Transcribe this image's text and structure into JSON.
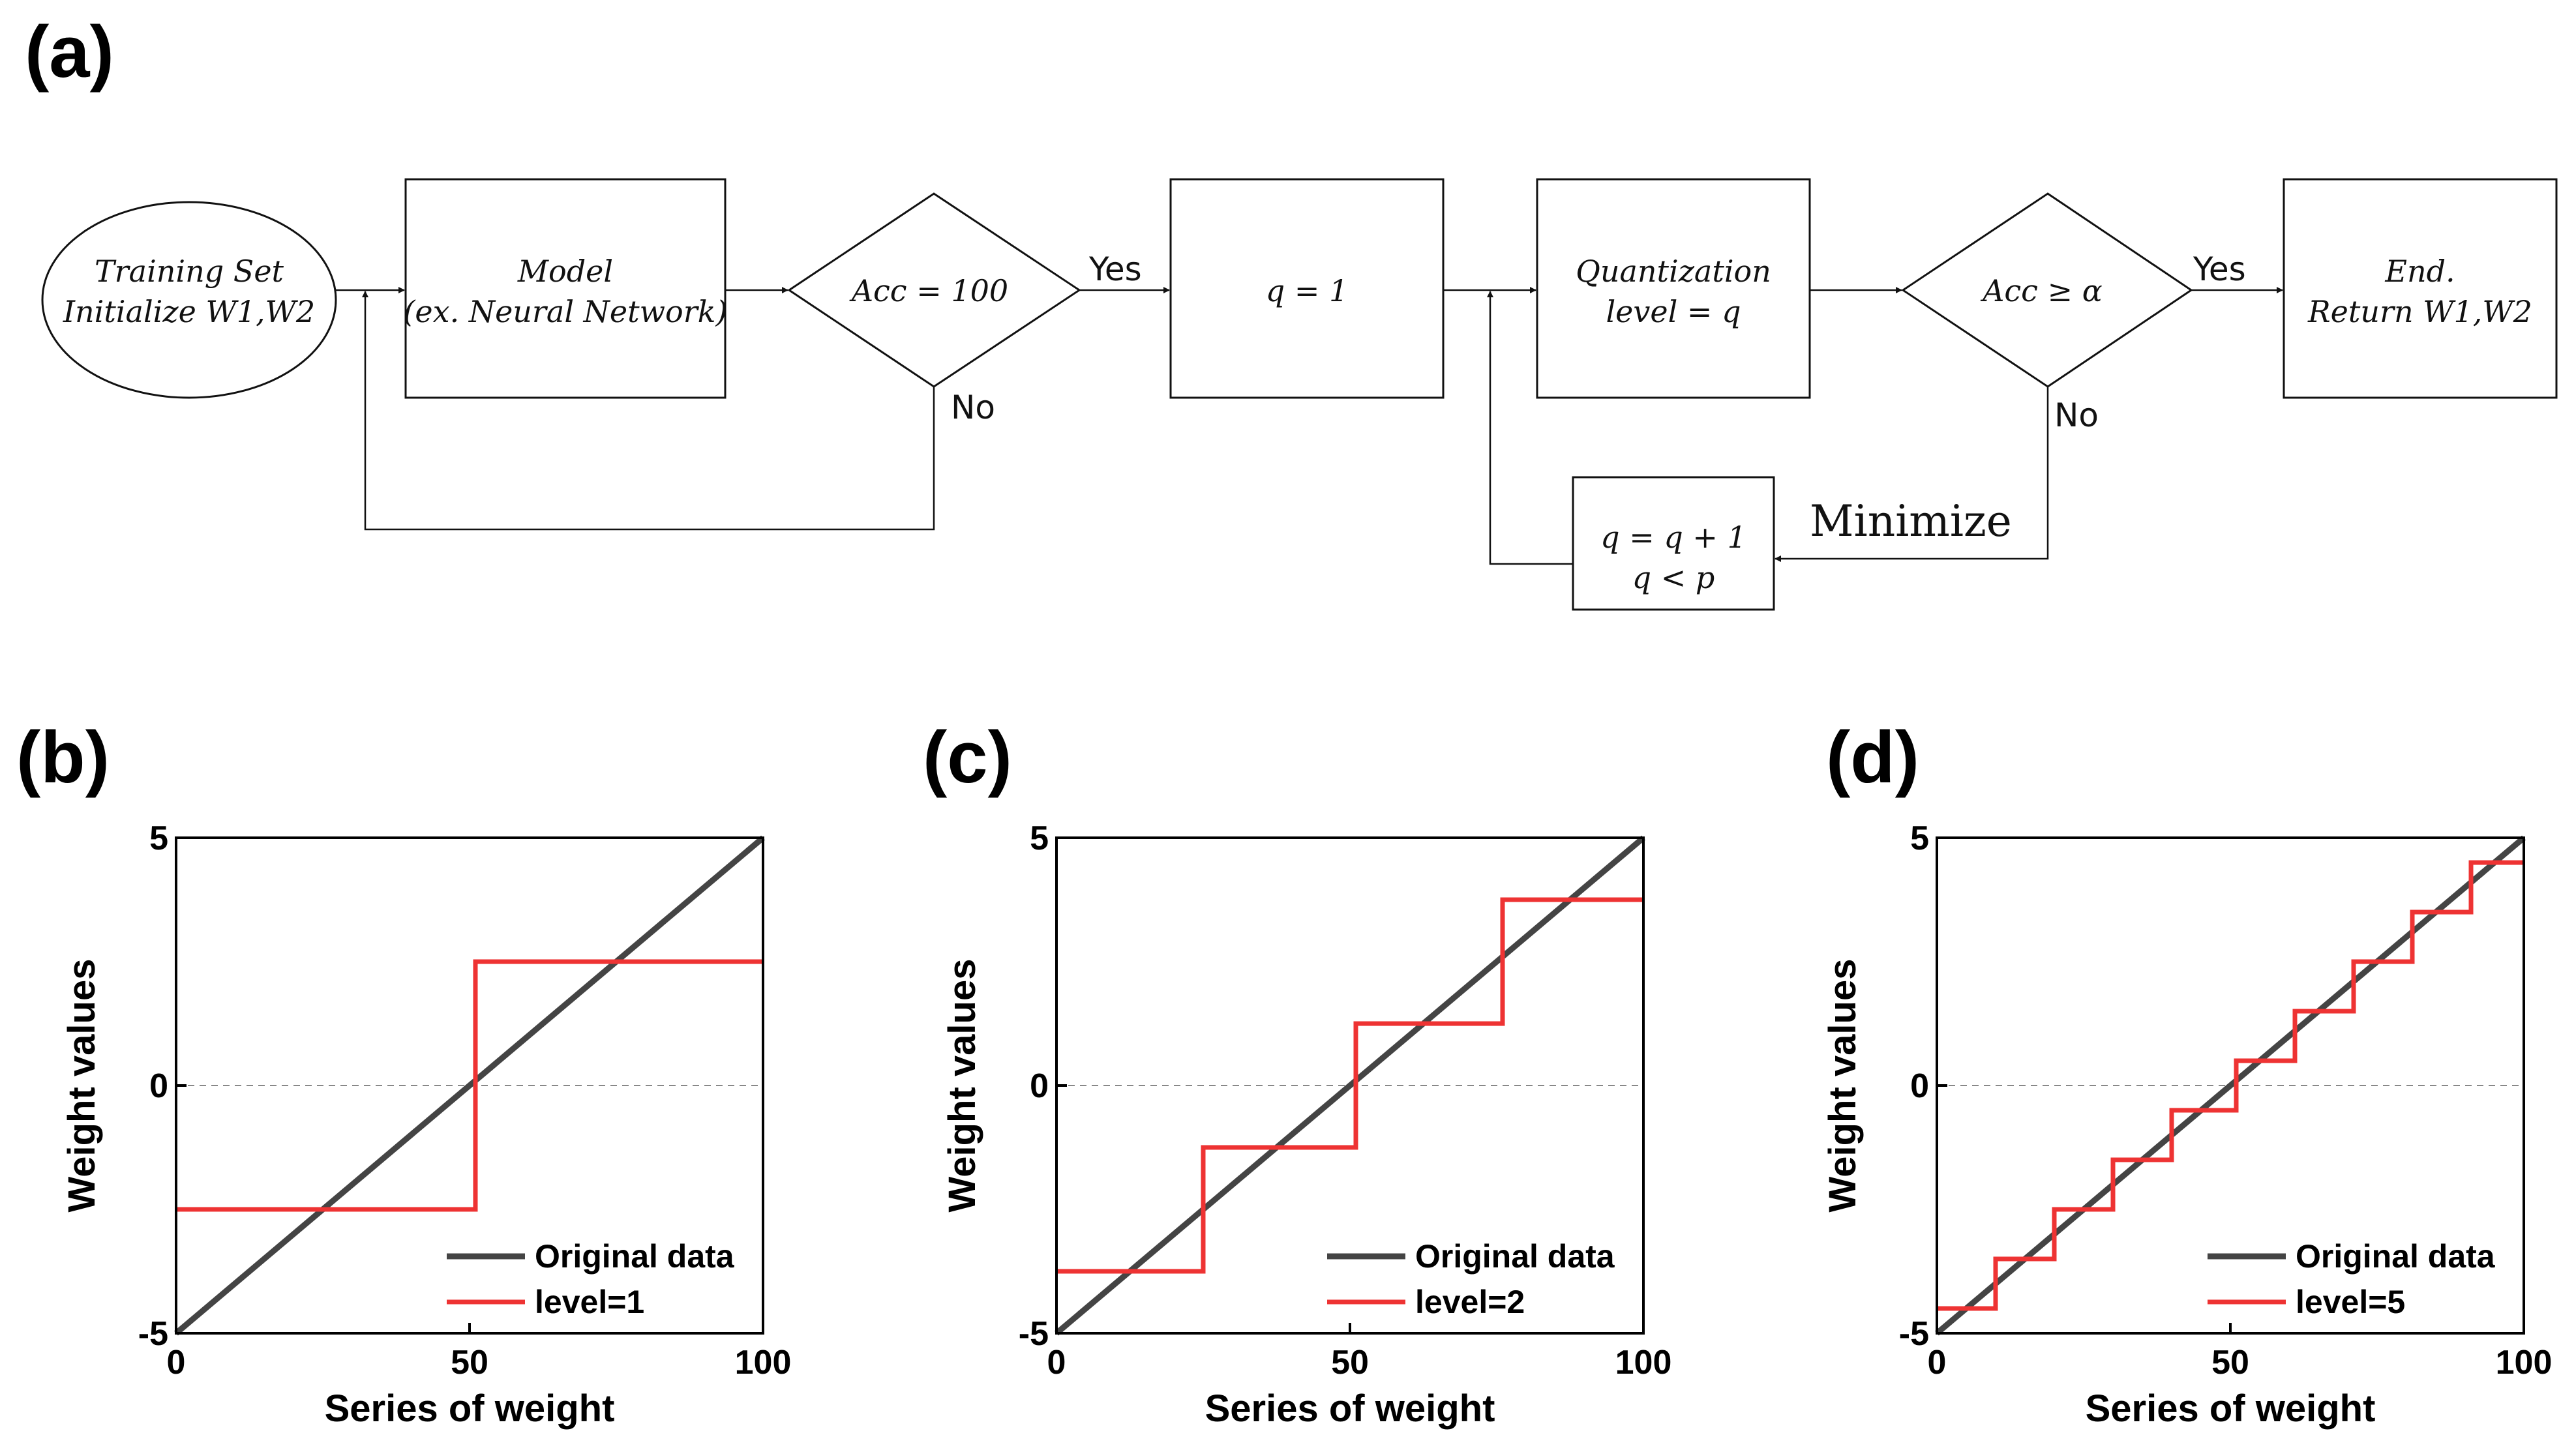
{
  "panel_labels": [
    "(a)",
    "(b)",
    "(c)",
    "(d)"
  ],
  "flowchart": {
    "nodes": {
      "start": [
        "Training Set",
        "Initialize W1,W2"
      ],
      "model": [
        "Model",
        "(ex. Neural Network)"
      ],
      "acc_check": [
        "Acc = 100"
      ],
      "q_init": [
        "q = 1"
      ],
      "quantize": [
        "Quantization",
        "level = q"
      ],
      "acc_alpha": [
        "Acc ≥ α"
      ],
      "end": [
        "End.",
        "Return W1,W2"
      ],
      "increment": [
        "q = q + 1",
        "q < p"
      ]
    },
    "edge_labels": {
      "yes_1": "Yes",
      "no_1": "No",
      "yes_2": "Yes",
      "no_2": "No",
      "minimize": "Minimize"
    }
  },
  "colors": {
    "original": "#444444",
    "quantized": "#ee3333",
    "zero_line": "#888888"
  },
  "chart_data": [
    {
      "type": "line",
      "xlabel": "Series of weight",
      "ylabel": "Weight values",
      "xlim": [
        0,
        100
      ],
      "ylim": [
        -5,
        5
      ],
      "xticks": [
        "0",
        "50",
        "100"
      ],
      "yticks": [
        "-5",
        "0",
        "5"
      ],
      "zero_line": true,
      "legend_position": "bottom-right",
      "series": [
        {
          "name": "Original data",
          "x": [
            0,
            100
          ],
          "y": [
            -5,
            5
          ]
        },
        {
          "name": "level=1",
          "step": true,
          "x": [
            0,
            51,
            51,
            100
          ],
          "y": [
            -2.5,
            -2.5,
            2.5,
            2.5
          ]
        }
      ]
    },
    {
      "type": "line",
      "xlabel": "Series of weight",
      "ylabel": "Weight values",
      "xlim": [
        0,
        100
      ],
      "ylim": [
        -5,
        5
      ],
      "xticks": [
        "0",
        "50",
        "100"
      ],
      "yticks": [
        "-5",
        "0",
        "5"
      ],
      "zero_line": true,
      "legend_position": "bottom-right",
      "series": [
        {
          "name": "Original data",
          "x": [
            0,
            100
          ],
          "y": [
            -5,
            5
          ]
        },
        {
          "name": "level=2",
          "step": true,
          "x": [
            0,
            25,
            25,
            51,
            51,
            76,
            76,
            100
          ],
          "y": [
            -3.75,
            -3.75,
            -1.25,
            -1.25,
            1.25,
            1.25,
            3.75,
            3.75
          ]
        }
      ]
    },
    {
      "type": "line",
      "xlabel": "Series of weight",
      "ylabel": "Weight values",
      "xlim": [
        0,
        100
      ],
      "ylim": [
        -5,
        5
      ],
      "xticks": [
        "0",
        "50",
        "100"
      ],
      "yticks": [
        "-5",
        "0",
        "5"
      ],
      "zero_line": true,
      "legend_position": "bottom-right",
      "series": [
        {
          "name": "Original data",
          "x": [
            0,
            100
          ],
          "y": [
            -5,
            5
          ]
        },
        {
          "name": "level=5",
          "step": true,
          "x": [
            0,
            10,
            10,
            20,
            20,
            30,
            30,
            40,
            40,
            51,
            51,
            61,
            61,
            71,
            71,
            81,
            81,
            91,
            91,
            100
          ],
          "y": [
            -4.5,
            -4.5,
            -3.5,
            -3.5,
            -2.5,
            -2.5,
            -1.5,
            -1.5,
            -0.5,
            -0.5,
            0.5,
            0.5,
            1.5,
            1.5,
            2.5,
            2.5,
            3.5,
            3.5,
            4.5,
            4.5
          ]
        }
      ]
    }
  ]
}
